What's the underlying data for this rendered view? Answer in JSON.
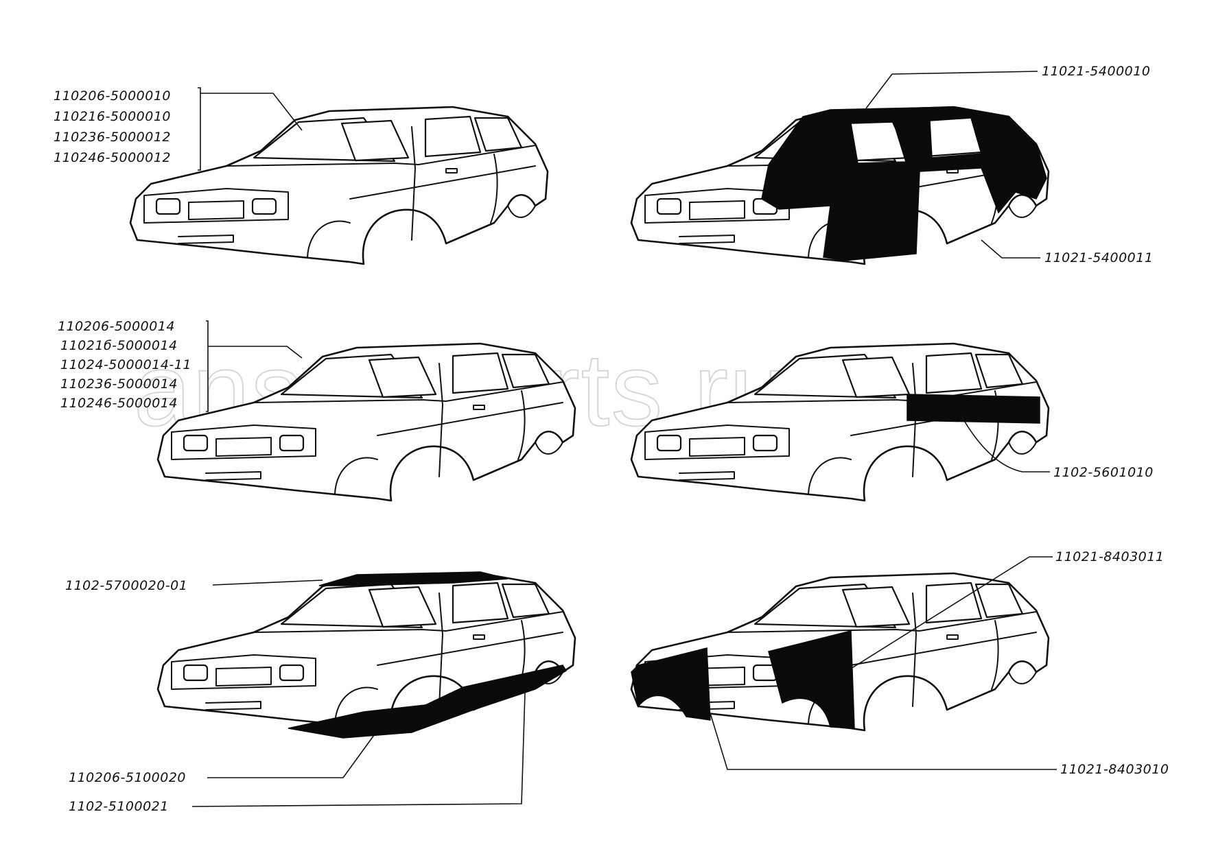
{
  "watermark": "ansat-parts.ru",
  "views": [
    {
      "id": "complete-body",
      "labels": [
        "110206-5000010",
        "110216-5000010",
        "110236-5000012",
        "110246-5000012"
      ]
    },
    {
      "id": "side-frame",
      "labels": [
        "11021-5400010",
        "11021-5400011"
      ]
    },
    {
      "id": "body-in-white",
      "labels": [
        "110206-5000014",
        "11021б-5000014",
        "11024-5000014-11",
        "110236-5000014",
        "110246-5000014"
      ]
    },
    {
      "id": "rear-quarter",
      "labels": [
        "1102-5601010"
      ]
    },
    {
      "id": "roof-and-floor",
      "labels": [
        "1102-5700020-01",
        "110206-5100020",
        "1102-5100021"
      ]
    },
    {
      "id": "front-wings",
      "labels": [
        "11021-8403011",
        "11021-8403010"
      ]
    }
  ],
  "colors": {
    "ink": "#111111",
    "fill_dark": "#0a0a0a",
    "watermark": "#d6d6d6"
  }
}
